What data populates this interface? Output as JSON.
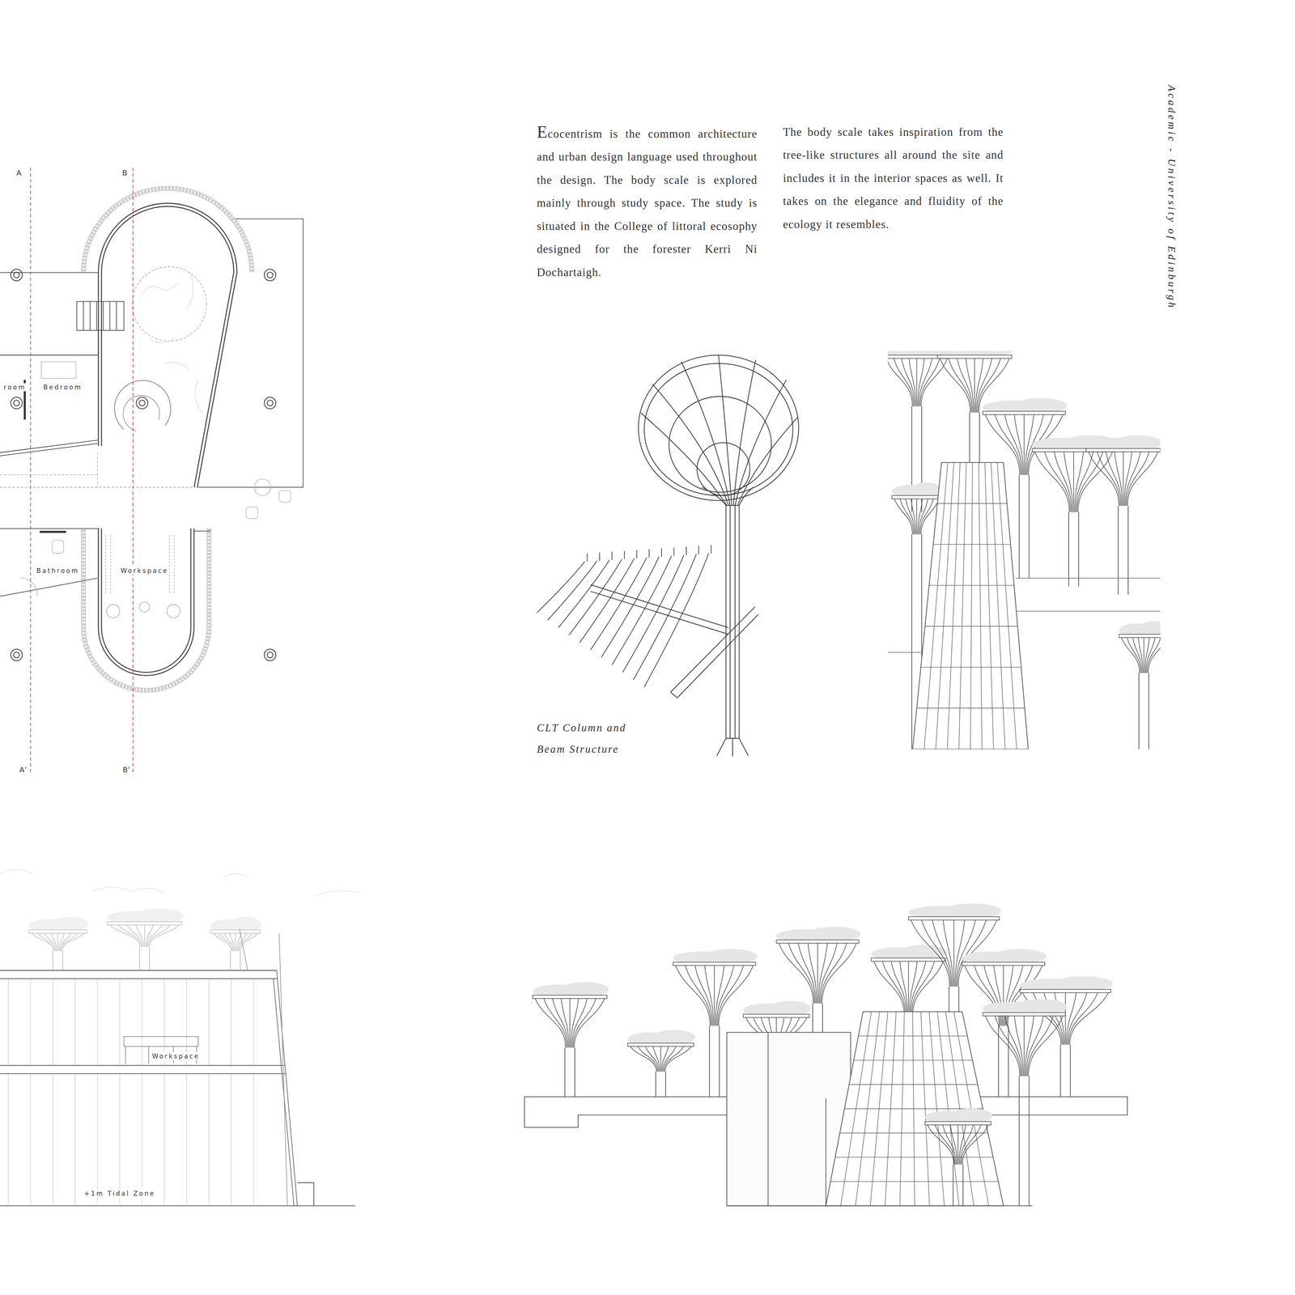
{
  "diagram": {
    "labels": [
      "Ecocentrism is the common architecture and urban design language used throughout the design. The body scale is explored mainly through study space. The study is situated in the College of littoral ecosophy designed for the forester Kerri Ni Dochartaigh.",
      "The body scale takes inspiration from the tree-like structures all around the site and includes it in the interior spaces as well. It takes on the elegance and fluidity of the ecology it resembles.",
      "Academic - University of Edinburgh",
      "CLT Column and Beam Structure",
      "A",
      "B",
      "A’",
      "B’",
      "room",
      "Bedroom",
      "Bathroom",
      "Workspace",
      "Workspace",
      "+1m Tidal Zone"
    ]
  }
}
